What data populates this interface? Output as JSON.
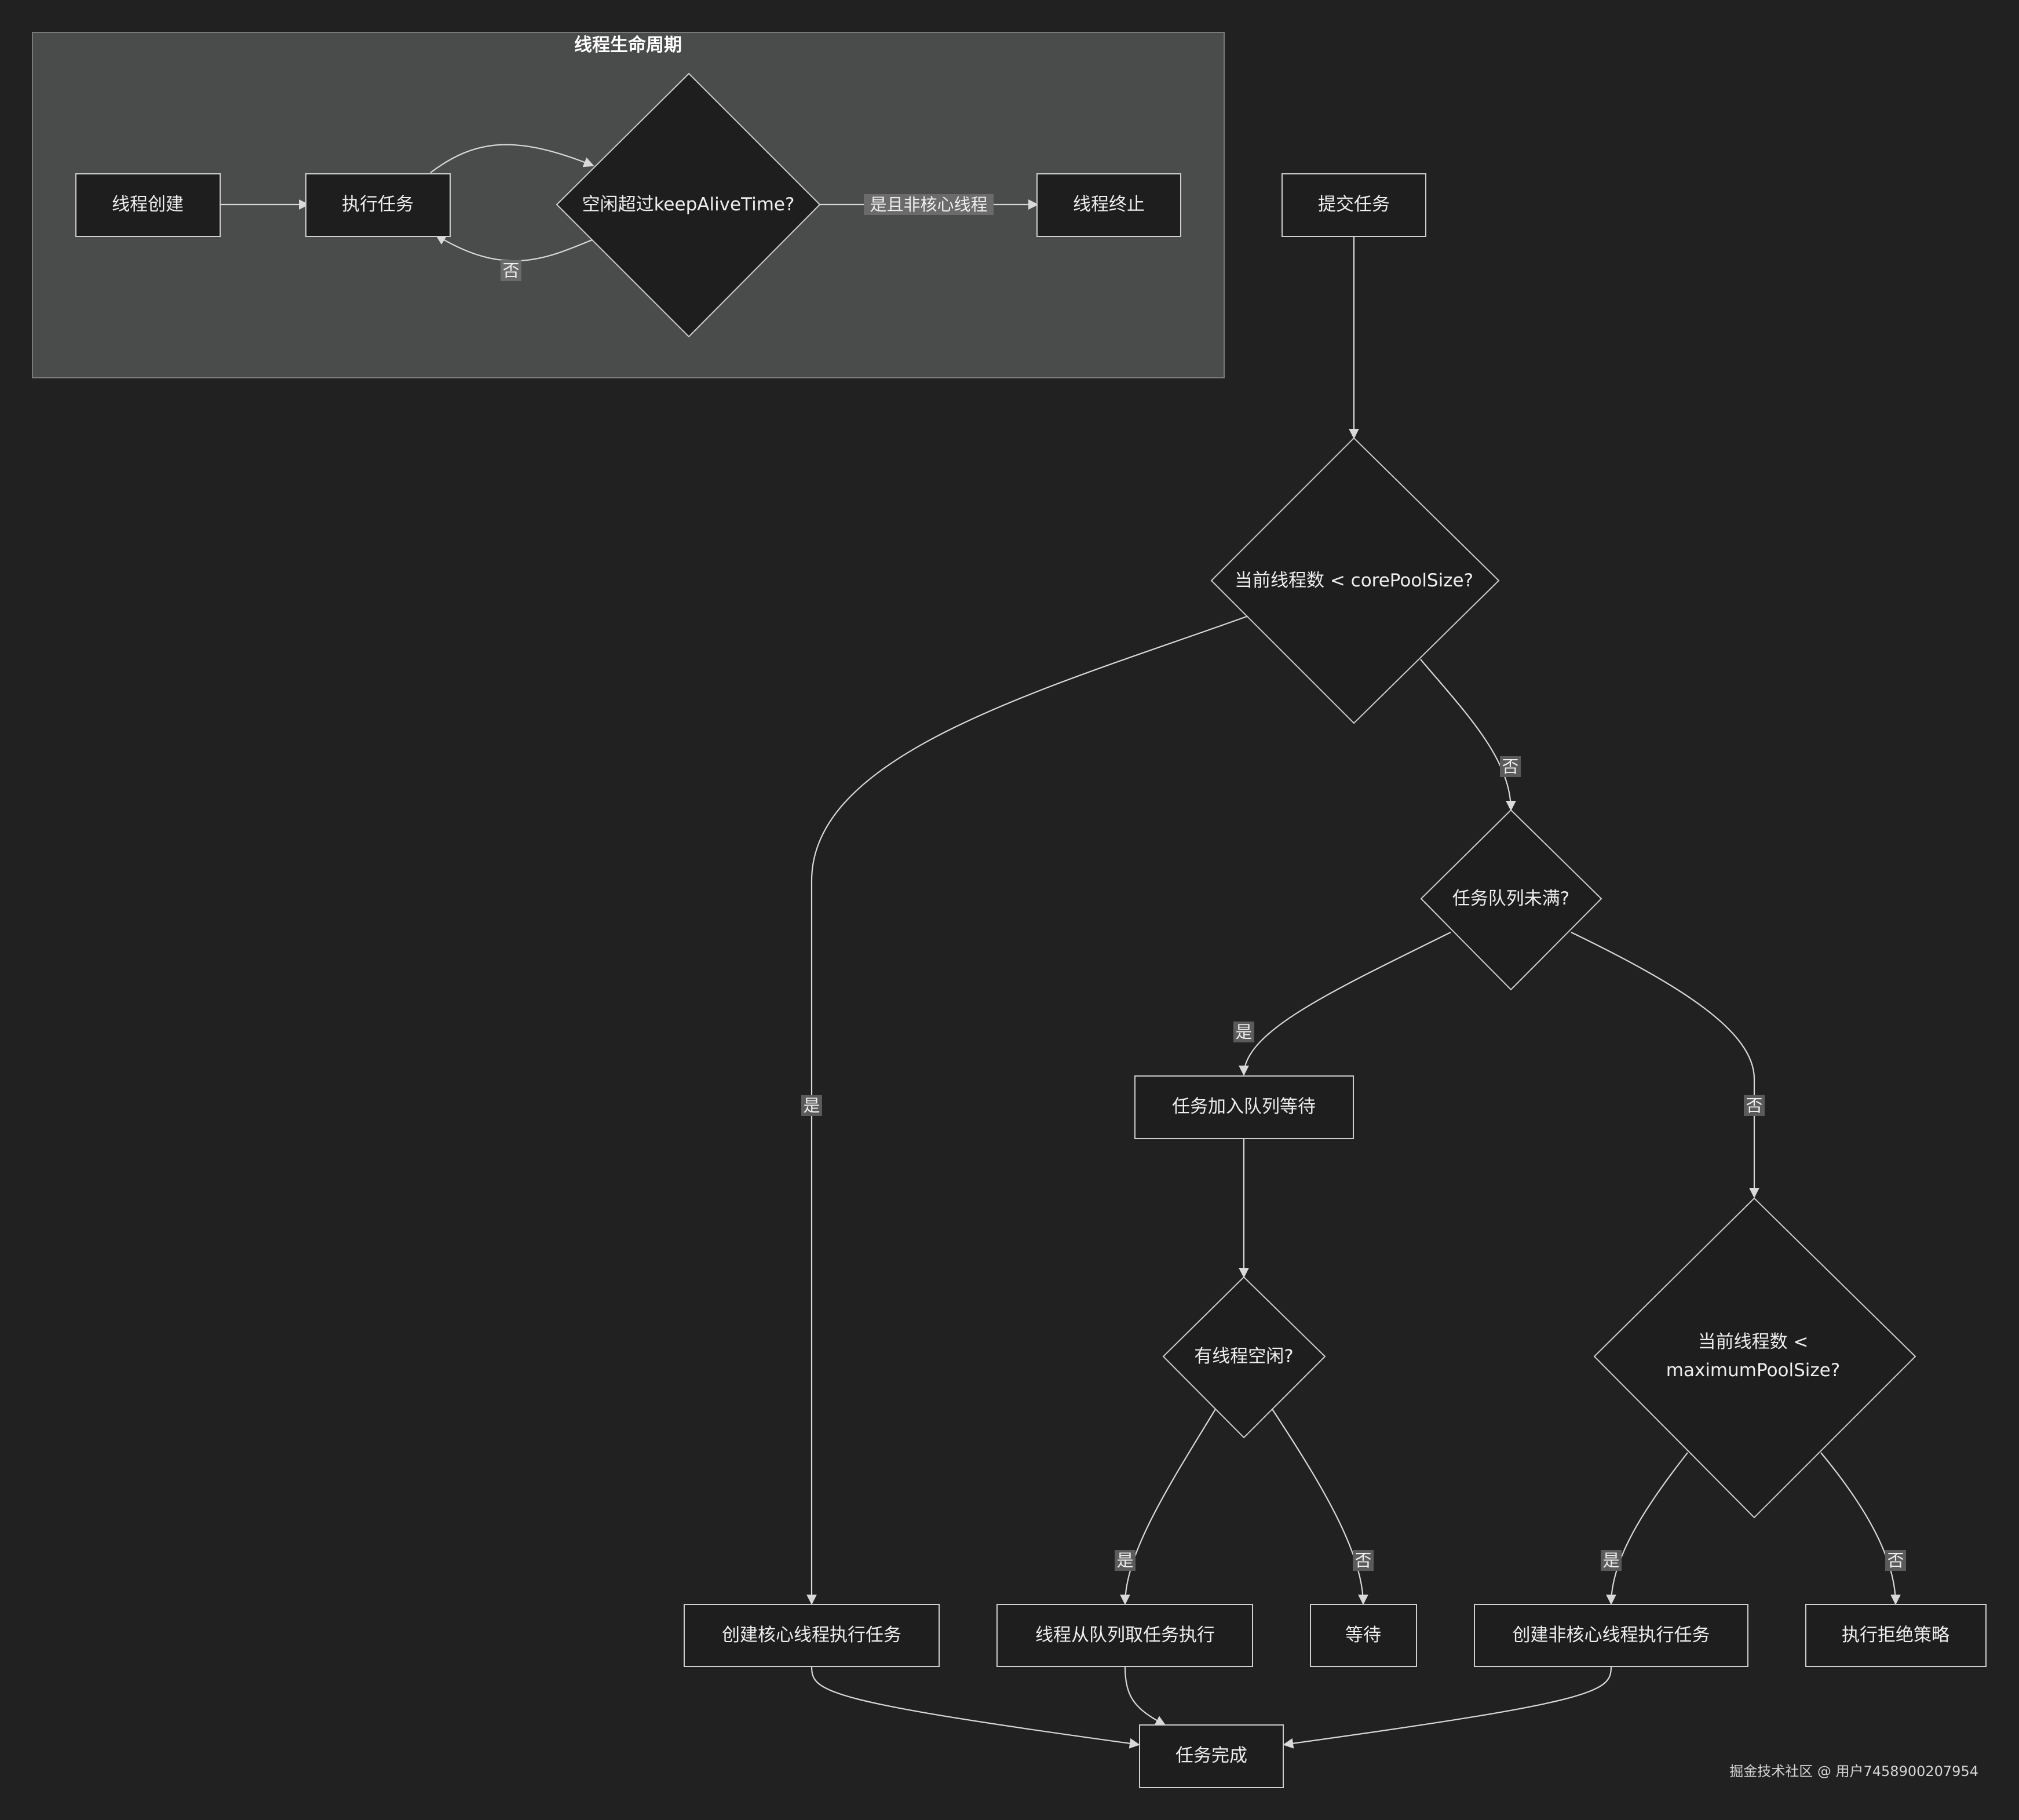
{
  "diagram": {
    "cluster_title": "线程生命周期",
    "nodes": {
      "thread_create": "线程创建",
      "execute_task": "执行任务",
      "idle_check": "空闲超过keepAliveTime?",
      "thread_terminate": "线程终止",
      "submit_task": "提交任务",
      "core_check": "当前线程数 < corePoolSize?",
      "queue_check": "任务队列未满?",
      "enqueue": "任务加入队列等待",
      "idle_thread_check": "有线程空闲?",
      "max_check_line1": "当前线程数 <",
      "max_check_line2": "maximumPoolSize?",
      "create_core": "创建核心线程执行任务",
      "take_from_queue": "线程从队列取任务执行",
      "wait": "等待",
      "create_noncore": "创建非核心线程执行任务",
      "reject": "执行拒绝策略",
      "task_done": "任务完成"
    },
    "edge_labels": {
      "idle_no": "否",
      "idle_yes_noncore": "是且非核心线程",
      "core_yes": "是",
      "core_no": "否",
      "queue_yes": "是",
      "queue_no": "否",
      "idle_thread_yes": "是",
      "idle_thread_no": "否",
      "max_yes": "是",
      "max_no": "否"
    }
  },
  "watermark": "掘金技术社区 @ 用户7458900207954"
}
